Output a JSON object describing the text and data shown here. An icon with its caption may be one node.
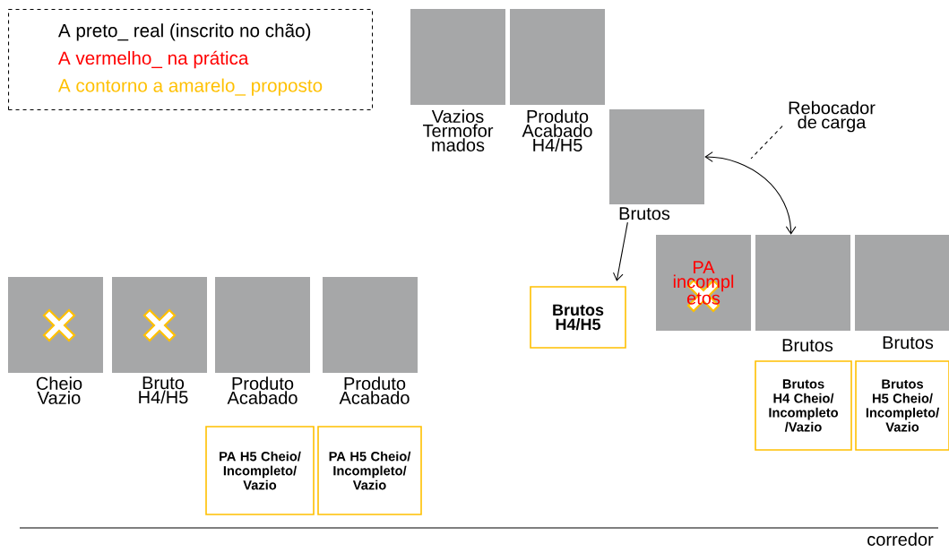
{
  "diagram": {
    "nodes": [
      {
        "text": [
          "A preto_ real (inscrito no chão)",
          "A vermelho_ na prática",
          "A contorno a amarelo_ proposto"
        ]
      },
      {
        "text": [
          "Vazios Termofor mados"
        ]
      },
      {
        "text": [
          "Produto Acabado H4/H5"
        ]
      },
      {
        "text": [
          "Brutos"
        ]
      },
      {
        "text": [
          "Rebocador de carga"
        ]
      },
      {
        "text": [
          "PA incompl etos"
        ]
      },
      {
        "text": [
          "Brutos"
        ]
      },
      {
        "text": [
          "Brutos"
        ]
      },
      {
        "text": [
          "Brutos H4/H5"
        ]
      },
      {
        "text": [
          "Brutos H4 Cheio/ Incompleto /Vazio"
        ]
      },
      {
        "text": [
          "Brutos H5 Cheio/ Incompleto/ Vazio"
        ]
      },
      {
        "text": [
          "Cheio Vazio"
        ]
      },
      {
        "text": [
          "Bruto H4/H5"
        ]
      },
      {
        "text": [
          "Produto Acabado"
        ]
      },
      {
        "text": [
          "Produto Acabado"
        ]
      },
      {
        "text": [
          "PA H5 Cheio/ Incompleto/ Vazio"
        ]
      },
      {
        "text": [
          "PA H5 Cheio/ Incompleto/ Vazio"
        ]
      }
    ],
    "edges": [
      {
        "from": 3,
        "to": 8,
        "arrow": "to"
      },
      {
        "from": 3,
        "to": 6,
        "arrow": "both"
      },
      {
        "from": 4,
        "to": null,
        "arrow": "none",
        "style": "dashed"
      }
    ],
    "labels": [
      "corredor"
    ]
  }
}
